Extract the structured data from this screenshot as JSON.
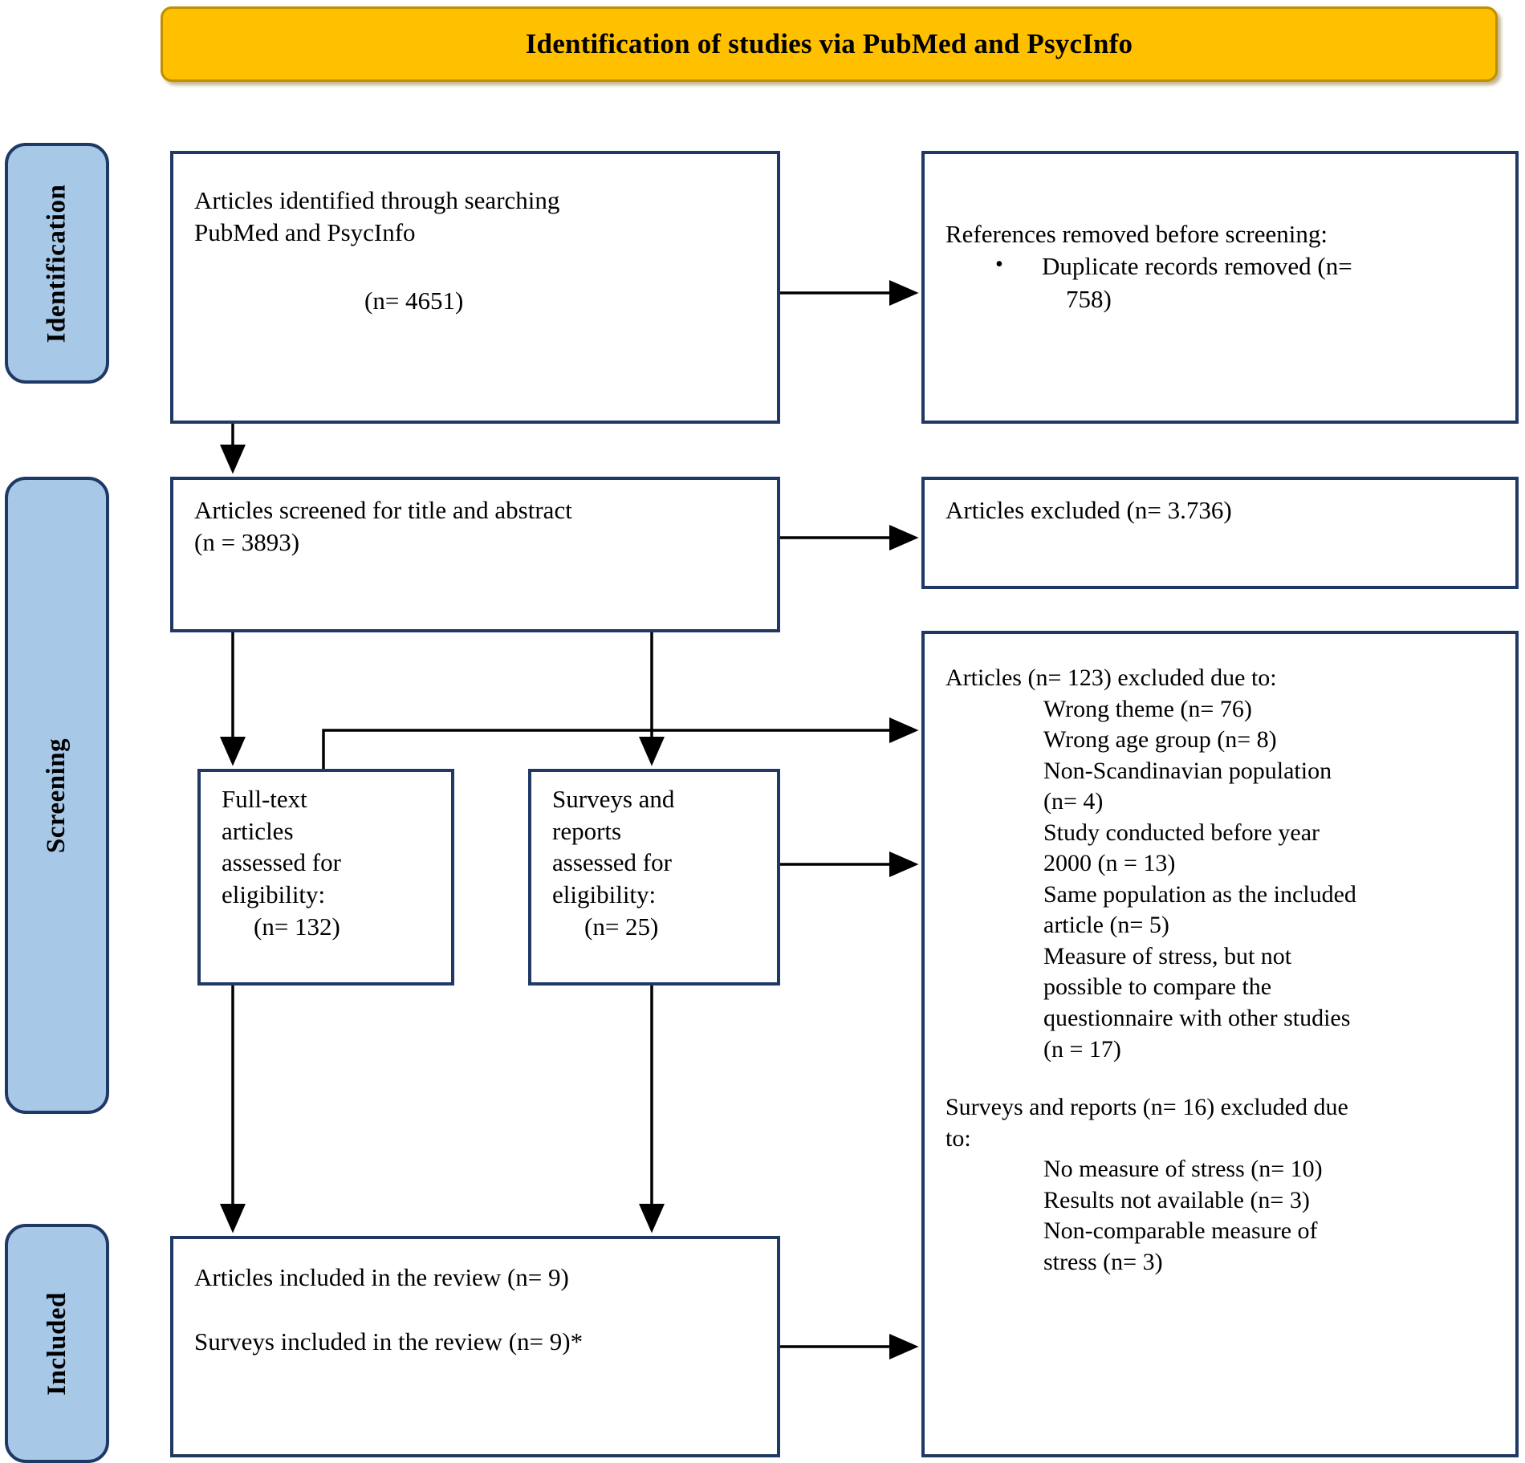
{
  "title": {
    "text": "Identification of studies via PubMed and PsycInfo",
    "bg_color": "#FFC000",
    "border_color": "#BF8F00"
  },
  "stages": {
    "identification": "Identification",
    "screening": "Screening",
    "included": "Included",
    "bg_color": "#A8C8E8",
    "border_color": "#1F3864"
  },
  "boxes": {
    "identified": {
      "line1": "Articles identified through searching",
      "line2": "PubMed and PsycInfo",
      "n": "(n= 4651)"
    },
    "removed": {
      "heading": "References removed before screening:",
      "bullet_glyph": "•",
      "bullet1_line1": "Duplicate records removed (n=",
      "bullet1_line2": "758)"
    },
    "screened": {
      "line1": "Articles screened for title and abstract",
      "line2": "(n = 3893)"
    },
    "excluded_screening": {
      "line1": "Articles excluded (n= 3.736)"
    },
    "fulltext": {
      "line1": "Full-text",
      "line2": "articles",
      "line3": "assessed for",
      "line4": "eligibility:",
      "n": "(n= 132)"
    },
    "surveys": {
      "line1": "Surveys and",
      "line2": "reports",
      "line3": "assessed for",
      "line4": "eligibility:",
      "n": "(n= 25)"
    },
    "exclusions": {
      "articles_heading": "Articles (n= 123) excluded due to:",
      "articles_reasons": [
        "Wrong theme (n= 76)",
        "Wrong age group (n= 8)",
        "Non-Scandinavian population",
        "(n= 4)",
        "Study conducted before year",
        "2000 (n = 13)",
        "Same population as the included",
        "article (n= 5)",
        "Measure of stress, but not",
        "possible to compare the",
        "questionnaire with other studies",
        "(n = 17)"
      ],
      "surveys_heading_line1": "Surveys and reports (n= 16) excluded due",
      "surveys_heading_line2": "to:",
      "surveys_reasons": [
        "No measure of stress (n= 10)",
        "Results not available (n= 3)",
        "Non-comparable measure of",
        "stress (n= 3)"
      ]
    },
    "included": {
      "line1": "Articles included in the review (n= 9)",
      "line2": "Surveys included in the review (n= 9)*"
    }
  },
  "arrows": {
    "identified_to_removed": "arrow-right",
    "identified_to_screened": "arrow-down",
    "screened_to_excluded": "arrow-right",
    "screened_to_fulltext": "arrow-down",
    "screened_to_surveys": "arrow-down",
    "fulltext_to_exclusions": "elbow-arrow-right",
    "surveys_to_exclusions": "arrow-right",
    "fulltext_to_included": "arrow-down",
    "surveys_to_included": "arrow-down",
    "included_to_exclusions": "arrow-right",
    "stroke_color": "#000000"
  }
}
